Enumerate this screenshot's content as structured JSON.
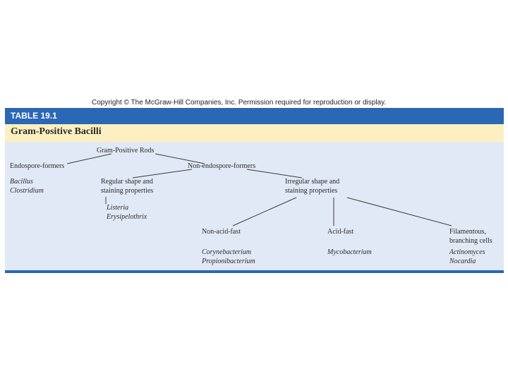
{
  "copyright": "Copyright © The McGraw-Hill Companies, Inc. Permission required for reproduction or display.",
  "table": {
    "label": "TABLE 19.1",
    "title": "Gram-Positive Bacilli"
  },
  "tree": {
    "root": "Gram-Positive Rods",
    "endospore": {
      "label": "Endospore-formers",
      "genera": [
        "Bacillus",
        "Clostridium"
      ]
    },
    "non_endospore": {
      "label": "Non-endospore-formers"
    },
    "regular": {
      "label_lines": [
        "Regular shape and",
        "staining properties"
      ],
      "genera": [
        "Listeria",
        "Erysipelothrix"
      ]
    },
    "irregular": {
      "label_lines": [
        "Irregular shape and",
        "staining properties"
      ]
    },
    "non_acid_fast": {
      "label": "Non-acid-fast",
      "genera": [
        "Corynebacterium",
        "Propionibacterium"
      ]
    },
    "acid_fast": {
      "label": "Acid-fast",
      "genera": [
        "Mycobacterium"
      ]
    },
    "filamentous": {
      "label_lines": [
        "Filamentous,",
        "branching cells"
      ],
      "genera": [
        "Actinomyces",
        "Nocardia"
      ]
    }
  },
  "colors": {
    "header_blue": "#2a67b4",
    "title_band": "#fcefc0",
    "body_band": "#e1e9f6",
    "text": "#2a2a2a"
  }
}
